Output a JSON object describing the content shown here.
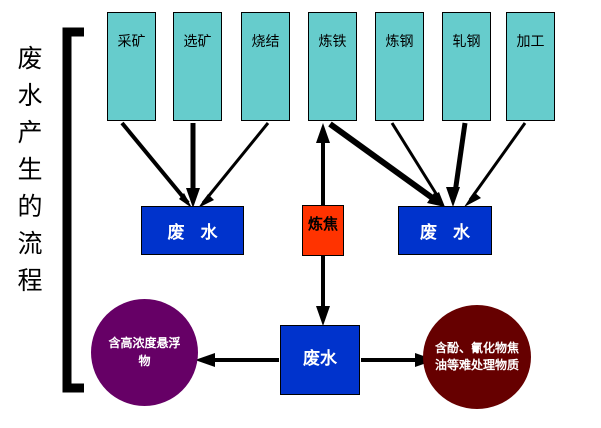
{
  "title": {
    "text": "废水产生的流程",
    "orientation": "vertical"
  },
  "bracket": {
    "name": "left-bracket",
    "color": "#000000"
  },
  "colors": {
    "process_fill": "#66CCCC",
    "wastewater_fill": "#0033CC",
    "coking_fill": "#FF3300",
    "suspended_circle_fill": "#660066",
    "phenol_circle_fill": "#660000",
    "stroke": "#000000",
    "white_text": "#FFFFFF"
  },
  "process_boxes": [
    {
      "label": "采矿"
    },
    {
      "label": "选矿"
    },
    {
      "label": "烧结"
    },
    {
      "label": "炼铁"
    },
    {
      "label": "炼钢"
    },
    {
      "label": "轧钢"
    },
    {
      "label": "加工"
    }
  ],
  "wastewater_boxes": [
    {
      "label": "废 水"
    },
    {
      "label": "废 水"
    },
    {
      "label": "废水"
    }
  ],
  "coking_box": {
    "label": "炼焦"
  },
  "circles": [
    {
      "label": "含高浓度悬浮物"
    },
    {
      "label": "含酚、氰化物焦油等难处理物质"
    }
  ]
}
